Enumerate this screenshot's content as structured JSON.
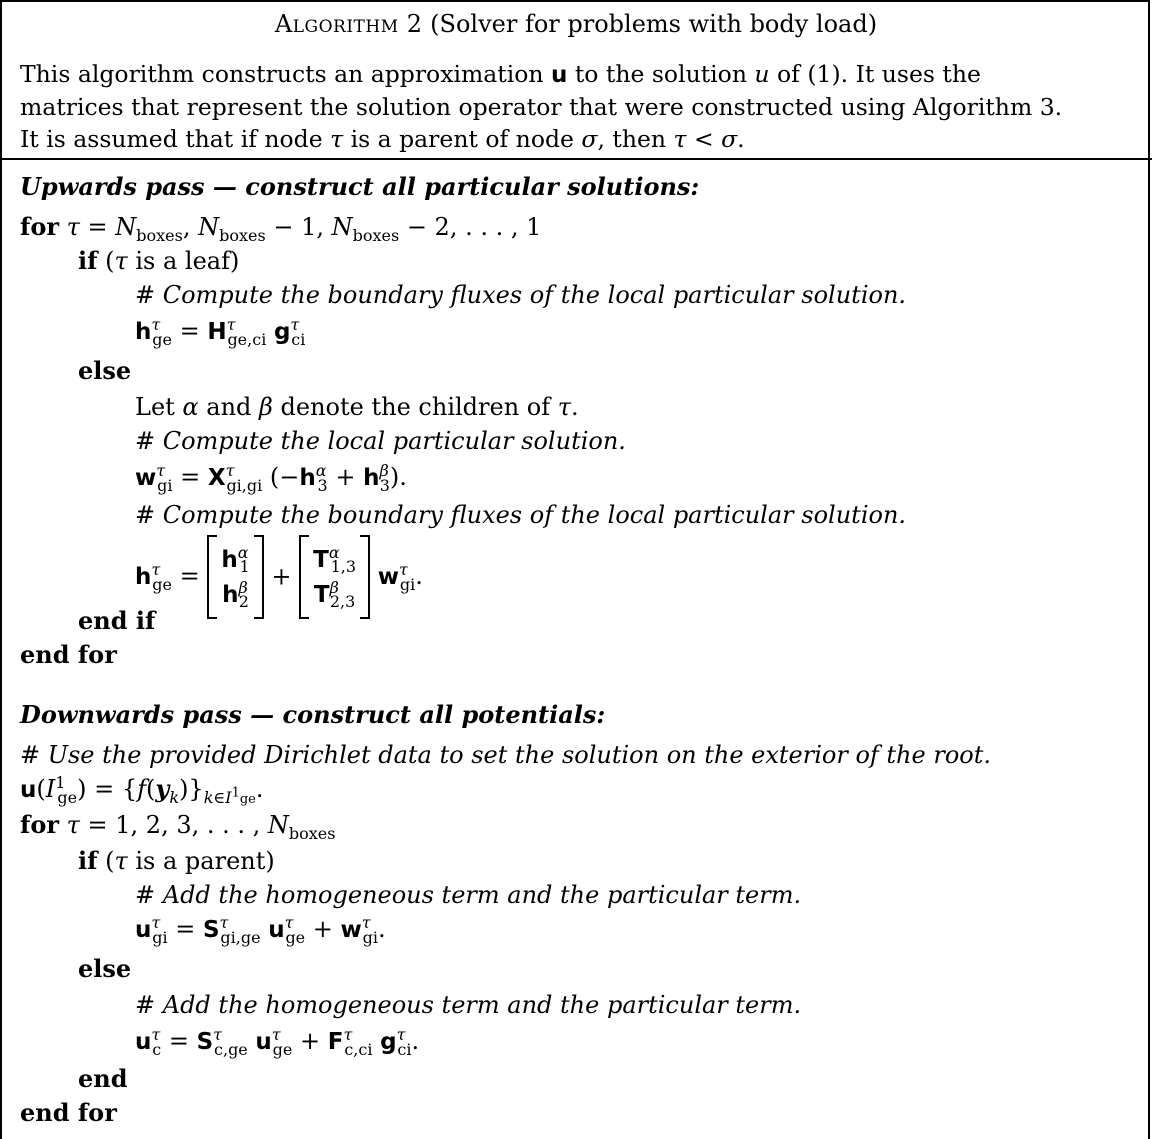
{
  "title": {
    "label": "Algorithm 2",
    "subtitle": "(Solver for problems with body load)"
  },
  "description": {
    "line1": "This algorithm constructs an approximation u to the solution u of (1). It uses the",
    "line2": "matrices that represent the solution operator that were constructed using Algorithm 3.",
    "line3": "It is assumed that if node τ is a parent of node σ, then τ < σ."
  },
  "upward": {
    "heading": "Upwards pass — construct all particular solutions:",
    "for_kw": "for",
    "for_range": "τ = Nboxes, Nboxes − 1, Nboxes − 2, . . . , 1",
    "if_kw": "if",
    "if_cond": "(τ is a leaf)",
    "comment_leaf": "# Compute the boundary fluxes of the local particular solution.",
    "eq_leaf": "h^τ_ge = H^τ_ge,ci g^τ_ci",
    "else_kw": "else",
    "let_line": "Let α and β denote the children of τ.",
    "comment_local": "# Compute the local particular solution.",
    "eq_local": "w^τ_gi = X^τ_gi,gi (−h^α_3 + h^β_3).",
    "comment_flux": "# Compute the boundary fluxes of the local particular solution.",
    "eq_flux": "h^τ_ge = [h^α_1; h^β_2] + [T^α_1,3; T^β_2,3] w^τ_gi.",
    "end_if": "end if",
    "end_for": "end for"
  },
  "downward": {
    "heading": "Downwards pass — construct all potentials:",
    "comment_dirichlet": "# Use the provided Dirichlet data to set the solution on the exterior of the root.",
    "eq_root": "u(I^1_ge) = {f(y_k)}_{k∈I^1_ge}.",
    "for_kw": "for",
    "for_range": "τ = 1, 2, 3, . . . , Nboxes",
    "if_kw": "if",
    "if_cond": "(τ is a parent)",
    "comment_parent": "# Add the homogeneous term and the particular term.",
    "eq_parent": "u^τ_gi = S^τ_gi,ge u^τ_ge + w^τ_gi.",
    "else_kw": "else",
    "comment_leaf": "# Add the homogeneous term and the particular term.",
    "eq_leaf": "u^τ_c = S^τ_c,ge u^τ_ge + F^τ_c,ci g^τ_ci.",
    "end_kw": "end",
    "end_for": "end for"
  }
}
